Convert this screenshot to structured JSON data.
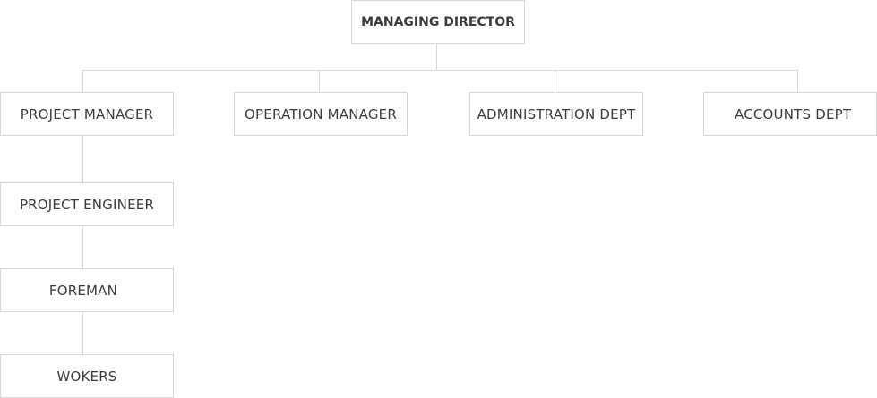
{
  "org_chart": {
    "root": {
      "label": "MANAGING DIRECTOR"
    },
    "level1": [
      {
        "label": "PROJECT MANAGER"
      },
      {
        "label": "OPERATION MANAGER"
      },
      {
        "label": "ADMINISTRATION DEPT"
      },
      {
        "label": "ACCOUNTS DEPT"
      }
    ],
    "project_chain": [
      {
        "label": "PROJECT ENGINEER"
      },
      {
        "label": "FOREMAN"
      },
      {
        "label": "WOKERS"
      }
    ]
  }
}
